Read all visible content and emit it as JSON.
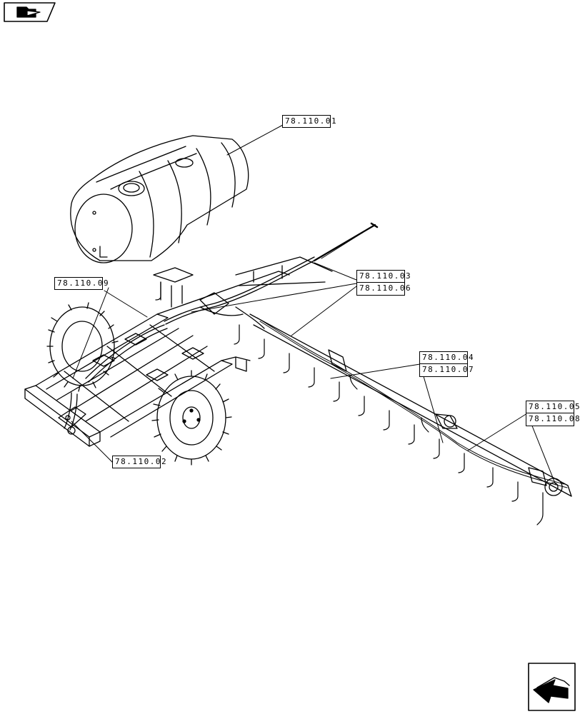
{
  "header": {
    "badge_icon": "folder-arrow-icon"
  },
  "callouts": {
    "c1": "78.110.01",
    "c2": "78.110.02",
    "c3": "78.110.03",
    "c4": "78.110.04",
    "c5": "78.110.05",
    "c6": "78.110.06",
    "c7": "78.110.07",
    "c8": "78.110.08",
    "c9": "78.110.09"
  },
  "footer": {
    "nav_icon": "next-page-arrow-icon"
  },
  "colors": {
    "line": "#000000",
    "background": "#ffffff"
  }
}
